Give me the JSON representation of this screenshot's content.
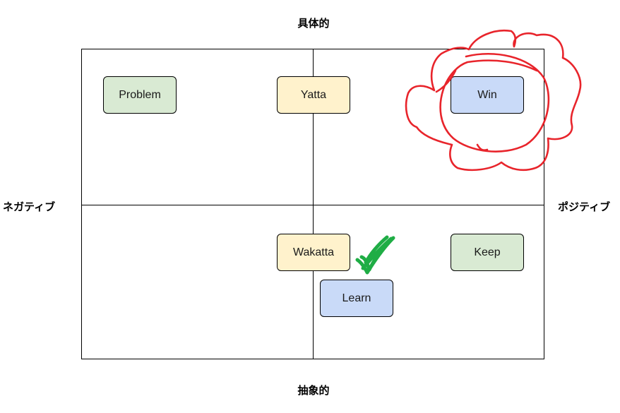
{
  "axes": {
    "top": "具体的",
    "bottom": "抽象的",
    "left": "ネガティブ",
    "right": "ポジティブ"
  },
  "cards": {
    "problem": "Problem",
    "yatta": "Yatta",
    "win": "Win",
    "wakatta": "Wakatta",
    "keep": "Keep",
    "learn": "Learn"
  },
  "colors": {
    "green_card": "#d9ead3",
    "yellow_card": "#fff2cc",
    "blue_card": "#c9daf8",
    "red_annotation": "#e8242b",
    "green_checkmark": "#1fad45"
  }
}
